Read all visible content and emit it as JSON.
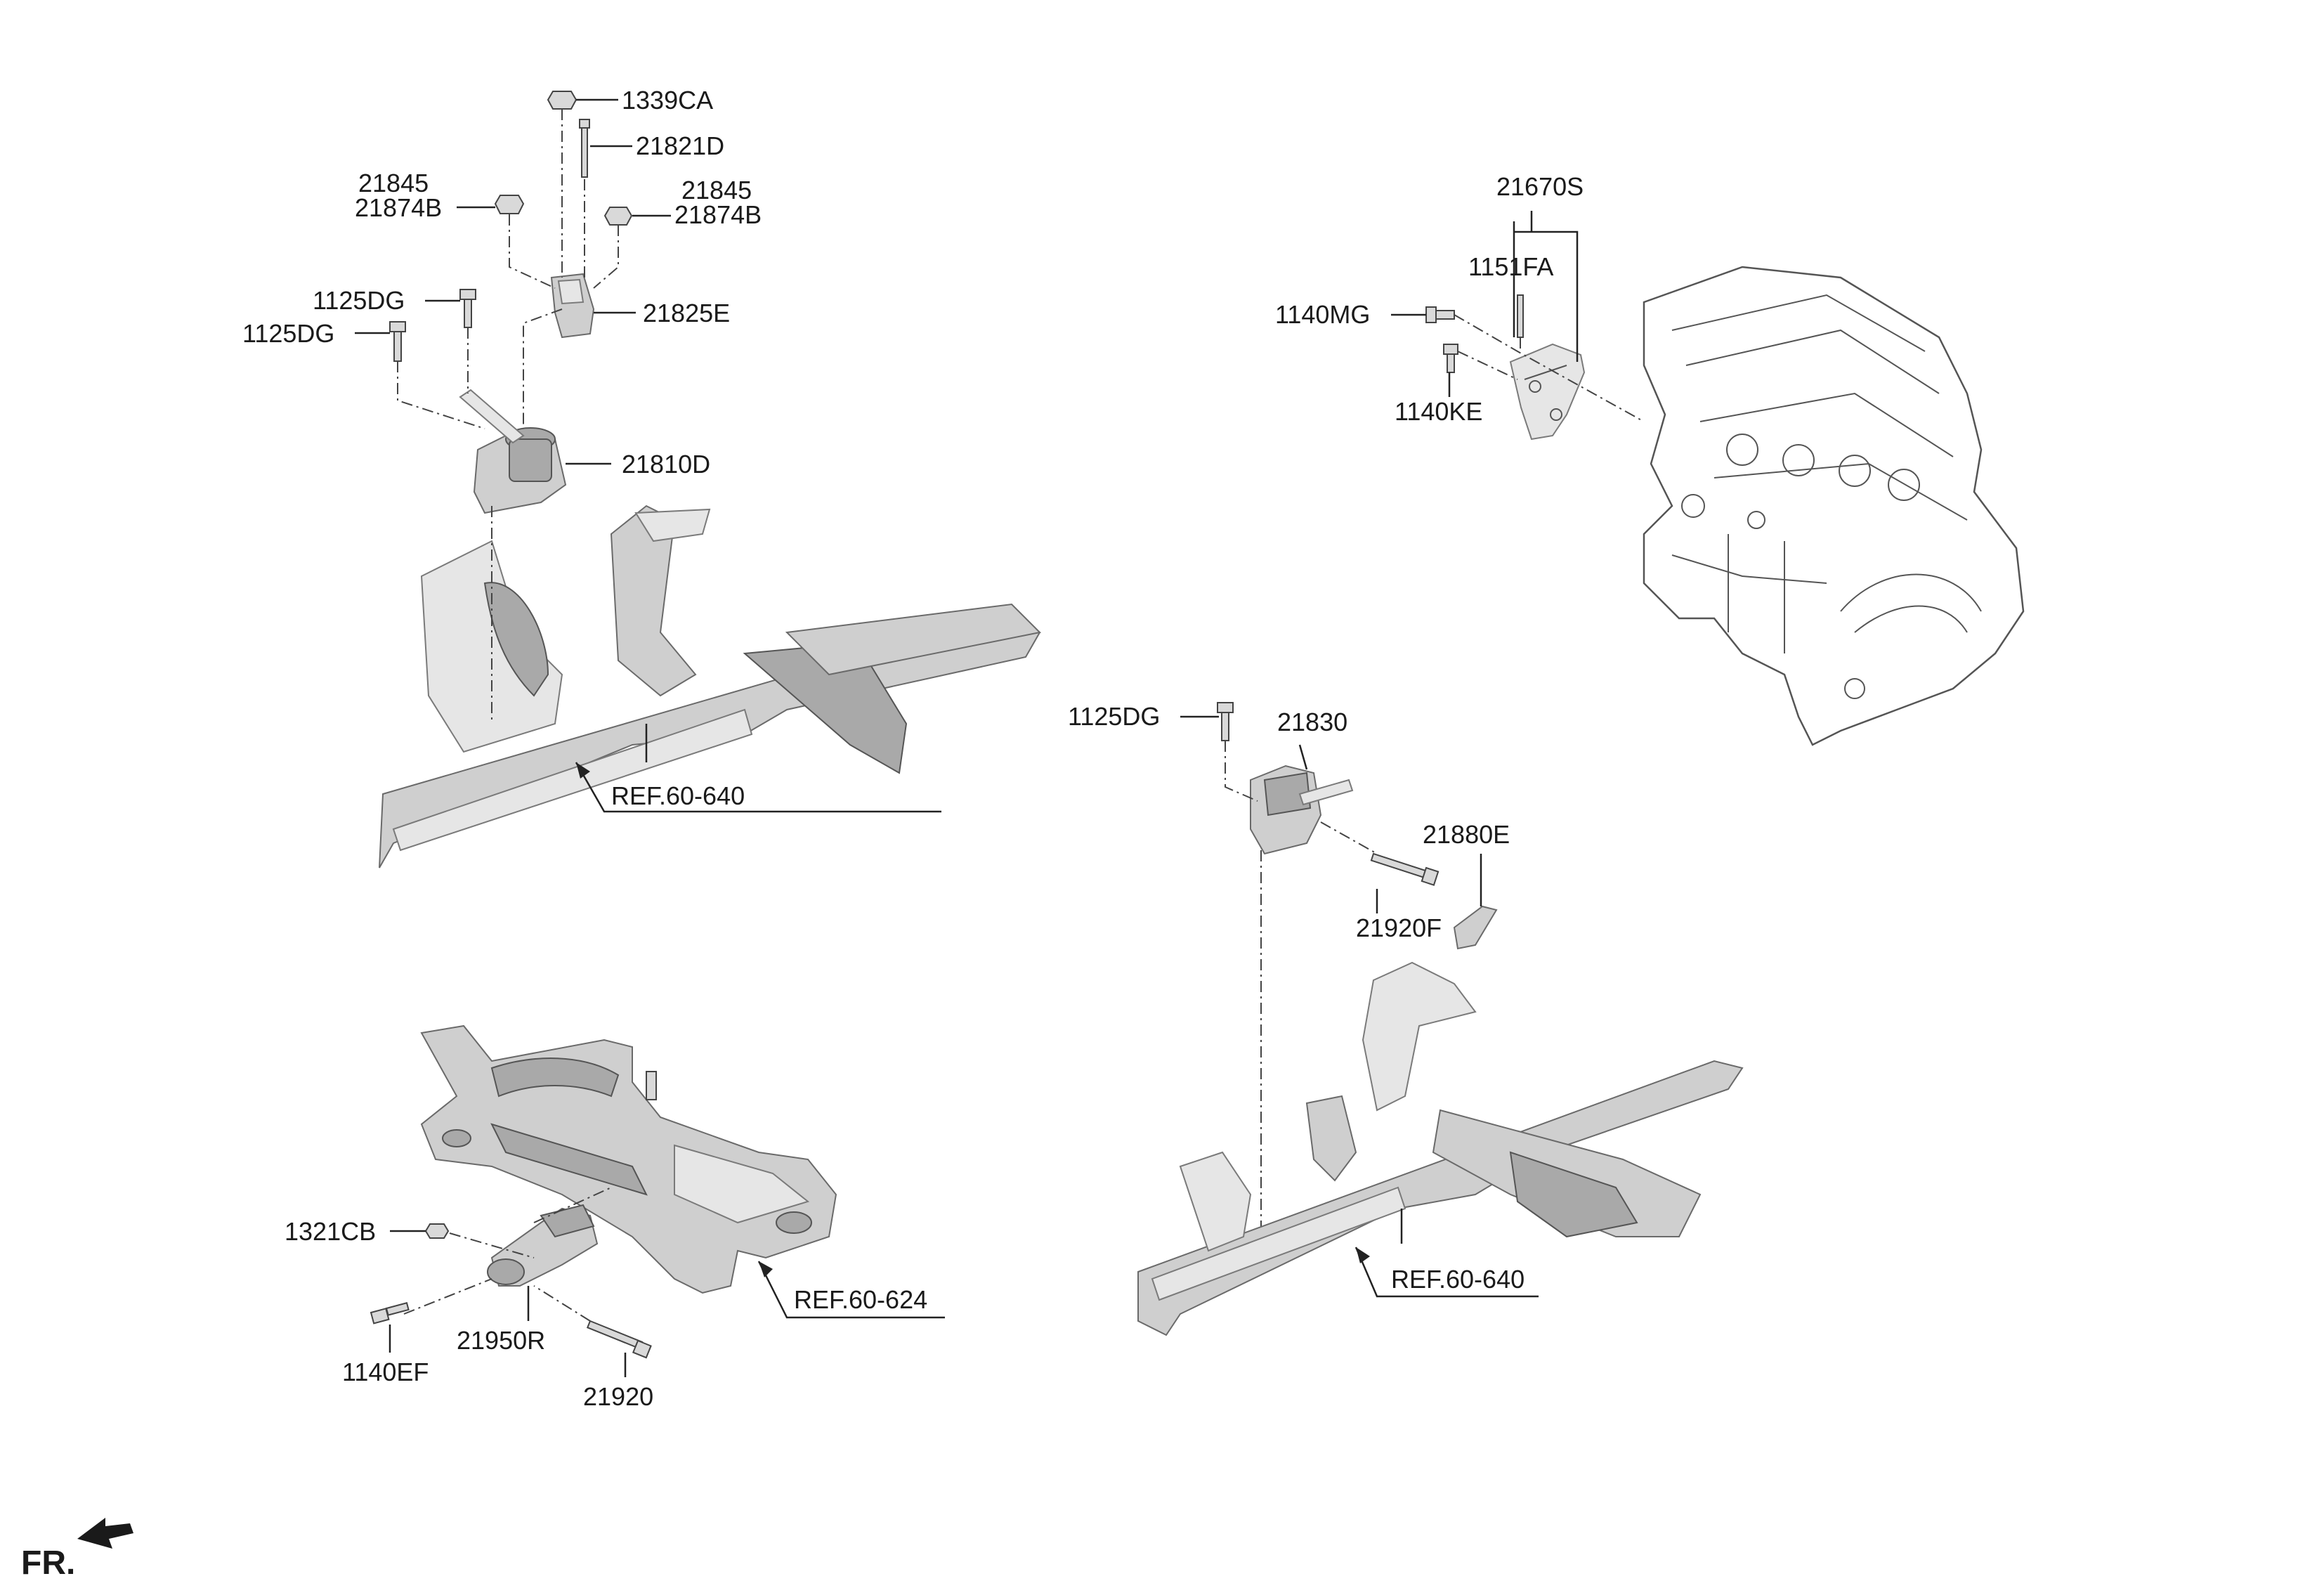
{
  "labels": {
    "l1339ca": "1339CA",
    "l21821d": "21821D",
    "l21845a": "21845",
    "l21874ba": "21874B",
    "l21845b": "21845",
    "l21874bb": "21874B",
    "l1125dg_a": "1125DG",
    "l1125dg_b": "1125DG",
    "l21825e": "21825E",
    "l21810d": "21810D",
    "lref640a": "REF.60-640",
    "l21670s": "21670S",
    "l1151fa": "1151FA",
    "l1140mg": "1140MG",
    "l1140ke": "1140KE",
    "l1125dg_c": "1125DG",
    "l21830": "21830",
    "l21880e": "21880E",
    "l21920f": "21920F",
    "l1321cb": "1321CB",
    "lref624": "REF.60-624",
    "l21950r": "21950R",
    "l1140ef": "1140EF",
    "l21920": "21920",
    "lref640b": "REF.60-640",
    "fr": "FR."
  }
}
